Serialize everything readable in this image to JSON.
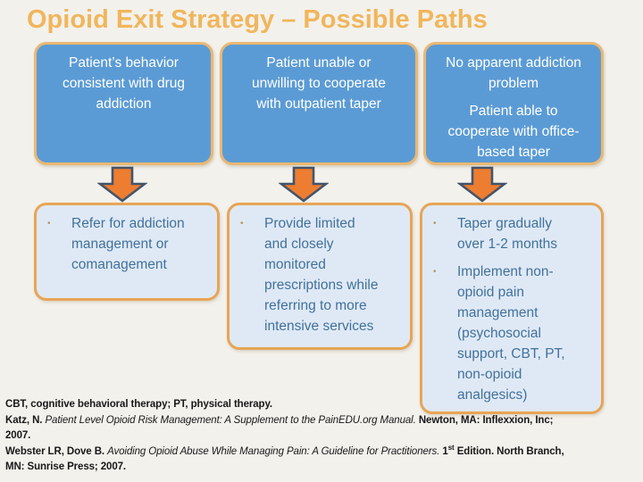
{
  "title": "Opioid Exit Strategy – Possible Paths",
  "bullet_glyph": "•",
  "columns": [
    {
      "top_text": "Patient’s behavior\nconsistent with drug\naddiction",
      "bullets": [
        "Refer for addiction\nmanagement or\ncomanagement"
      ]
    },
    {
      "top_text": "Patient unable or\nunwilling to cooperate\nwith outpatient taper",
      "bullets": [
        "Provide limited\nand closely\nmonitored\nprescriptions while\nreferring to more\nintensive services"
      ]
    },
    {
      "top_paragraphs": [
        "No apparent addiction\nproblem",
        "Patient able to\ncooperate with office-\nbased taper"
      ],
      "bullets": [
        "Taper gradually\nover 1-2 months",
        "Implement non-\nopioid pain\nmanagement\n(psychosocial\nsupport, CBT, PT,\nnon-opioid\nanalgesics)"
      ]
    }
  ],
  "footnotes": {
    "abbreviations": "CBT, cognitive behavioral therapy; PT, physical therapy.",
    "ref1_author": "Katz, N. ",
    "ref1_title": "Patient Level Opioid Risk Management: A Supplement to the PainEDU.org Manual.",
    "ref1_publisher": " Newton, MA: Inflexxion, Inc;",
    "ref1_year": "2007.",
    "ref2_author": "Webster LR, Dove B. ",
    "ref2_title": "Avoiding Opioid Abuse While Managing Pain: A Guideline for Practitioners.",
    "ref2_edition_num": " 1",
    "ref2_edition_sup": "st",
    "ref2_edition_rest": " Edition. North Branch,",
    "ref2_publisher": "MN: Sunrise Press; 2007."
  },
  "colors": {
    "background": "#f3f1ec",
    "title_text": "#f0b65c",
    "top_box_fill": "#5b9bd5",
    "top_box_border": "#e9b873",
    "top_box_text": "#ffffff",
    "arrow_fill": "#ed7d31",
    "arrow_border": "#44546a",
    "bottom_box_fill": "#dfe9f5",
    "bottom_box_border": "#e7a556",
    "bottom_box_text": "#41719c",
    "bullet_dot": "#b89a55",
    "footnote_text": "#181818"
  }
}
